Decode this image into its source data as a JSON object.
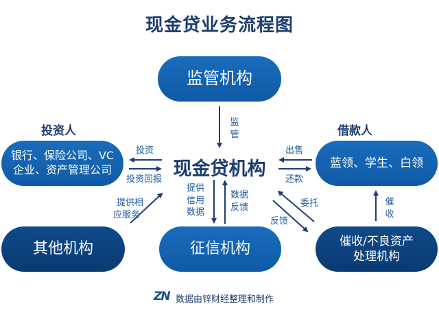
{
  "title": "现金贷业务流程图",
  "regulator": {
    "label": "监管机构"
  },
  "center": {
    "label": "现金贷机构"
  },
  "investor": {
    "heading": "投资人",
    "line1": "银行、保险公司、VC",
    "line2": "企业、资产管理公司"
  },
  "borrower": {
    "heading": "借款人",
    "label": "蓝领、学生、白领"
  },
  "other": {
    "label": "其他机构"
  },
  "credit": {
    "label": "征信机构"
  },
  "collection": {
    "line1": "催收/不良资产",
    "line2": "处理机构"
  },
  "edges": {
    "supervise": "监管",
    "invest": "投资",
    "return": "投资回报",
    "sell": "出售",
    "repay": "还款",
    "service_1": "提供相",
    "service_2": "应服务",
    "credit_data_1": "提供",
    "credit_data_2": "信用",
    "credit_data_3": "数据",
    "feedback_data_1": "数据",
    "feedback_data_2": "反馈",
    "entrust": "委托",
    "feedback": "反馈",
    "collect": "催收"
  },
  "footer": {
    "logo": "ZN",
    "text": "数据由锌财经整理和制作"
  },
  "colors": {
    "light_box": "#1565b0",
    "dark_box": "#0b3f7a",
    "text_navy": "#1d3d70"
  }
}
